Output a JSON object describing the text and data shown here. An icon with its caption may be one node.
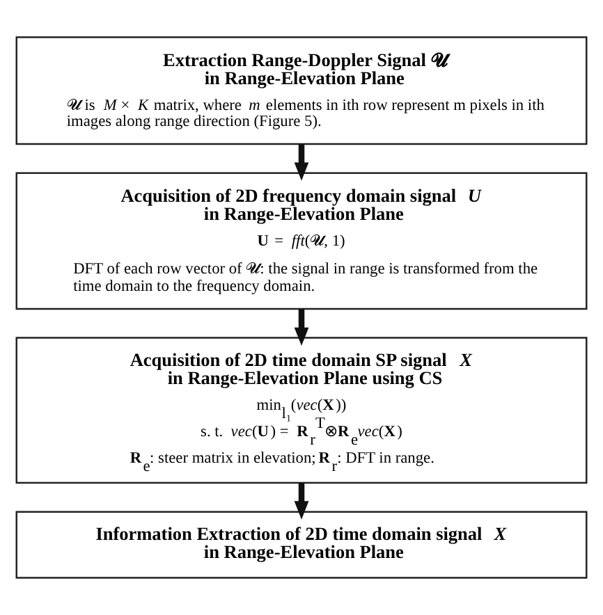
{
  "diagram": {
    "nodes": [
      {
        "text": [
          "Extraction Range-Doppler Signal 𝓤 in Range-Elevation Plane",
          "𝓤 is *M* × *K* matrix, where *m* elements in ith row represent m pixels in ith images along range direction (Figure 5)."
        ]
      },
      {
        "text": [
          "Acquisition of 2D frequency domain signal *U* in Range-Elevation Plane",
          "**U** = *fft*(𝓤, 1)",
          "DFT of each row vector of 𝓤: the signal in range is transformed from the time domain to the frequency domain."
        ]
      },
      {
        "text": [
          "Acquisition of 2D time domain SP signal *X* in Range-Elevation Plane using CS",
          "min$_{l₁}$(*vec*(**X**))",
          "s. t. *vec*(**U**) = **R**$_{r}$$^{T}$⊗**R**$_{e}$*vec*(**X**)",
          "**R**$_{e}$: steer matrix in elevation; **R**$_{r}$: DFT in range."
        ]
      },
      {
        "text": [
          "Information Extraction of 2D time domain signal *X* in Range-Elevation Plane"
        ]
      }
    ],
    "edges": [
      {
        "from": 0,
        "to": 1,
        "arrow": "to"
      },
      {
        "from": 1,
        "to": 2,
        "arrow": "to"
      },
      {
        "from": 2,
        "to": 3,
        "arrow": "to"
      }
    ]
  }
}
